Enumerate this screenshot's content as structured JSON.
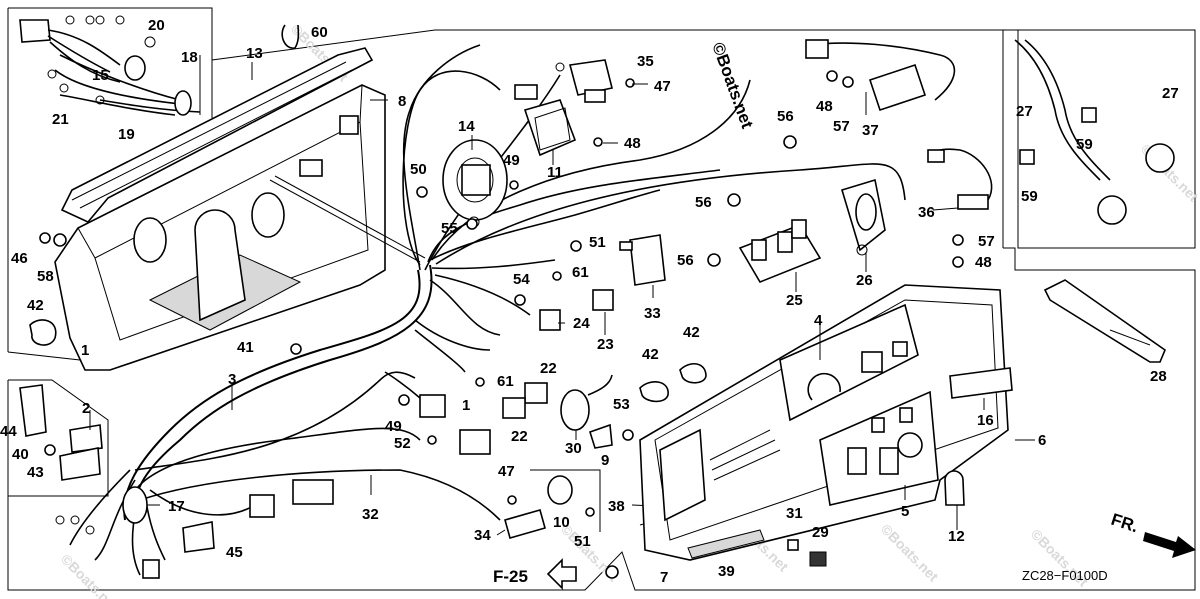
{
  "diagram": {
    "drawing_code": "ZC28−F0100D",
    "page_ref": "F-25",
    "front_marker": "FR.",
    "watermark": "©Boats.net",
    "part_numbers": {
      "p1": "1",
      "p2": "2",
      "p3": "3",
      "p4": "4",
      "p5": "5",
      "p6": "6",
      "p7": "7",
      "p8": "8",
      "p9": "9",
      "p10": "10",
      "p11": "11",
      "p12": "12",
      "p13": "13",
      "p14": "14",
      "p15": "15",
      "p16": "16",
      "p17": "17",
      "p18": "18",
      "p19": "19",
      "p20": "20",
      "p21": "21",
      "p22a": "22",
      "p22b": "22",
      "p23": "23",
      "p24": "24",
      "p25": "25",
      "p26": "26",
      "p27a": "27",
      "p27b": "27",
      "p28": "28",
      "p29": "29",
      "p30": "30",
      "p31": "31",
      "p32": "32",
      "p33": "33",
      "p34": "34",
      "p35": "35",
      "p36": "36",
      "p37": "37",
      "p38": "38",
      "p39": "39",
      "p40": "40",
      "p41": "41",
      "p42a": "42",
      "p42b": "42",
      "p42c": "42",
      "p43": "43",
      "p44": "44",
      "p45": "45",
      "p46": "46",
      "p47a": "47",
      "p47b": "47",
      "p48a": "48",
      "p48b": "48",
      "p48c": "48",
      "p49a": "49",
      "p49b": "49",
      "p50": "50",
      "p51a": "51",
      "p51b": "51",
      "p52": "52",
      "p53": "53",
      "p54": "54",
      "p55": "55",
      "p56a": "56",
      "p56b": "56",
      "p56c": "56",
      "p57a": "57",
      "p57b": "57",
      "p58": "58",
      "p59a": "59",
      "p59b": "59",
      "p60": "60",
      "p61a": "61",
      "p61b": "61"
    }
  }
}
